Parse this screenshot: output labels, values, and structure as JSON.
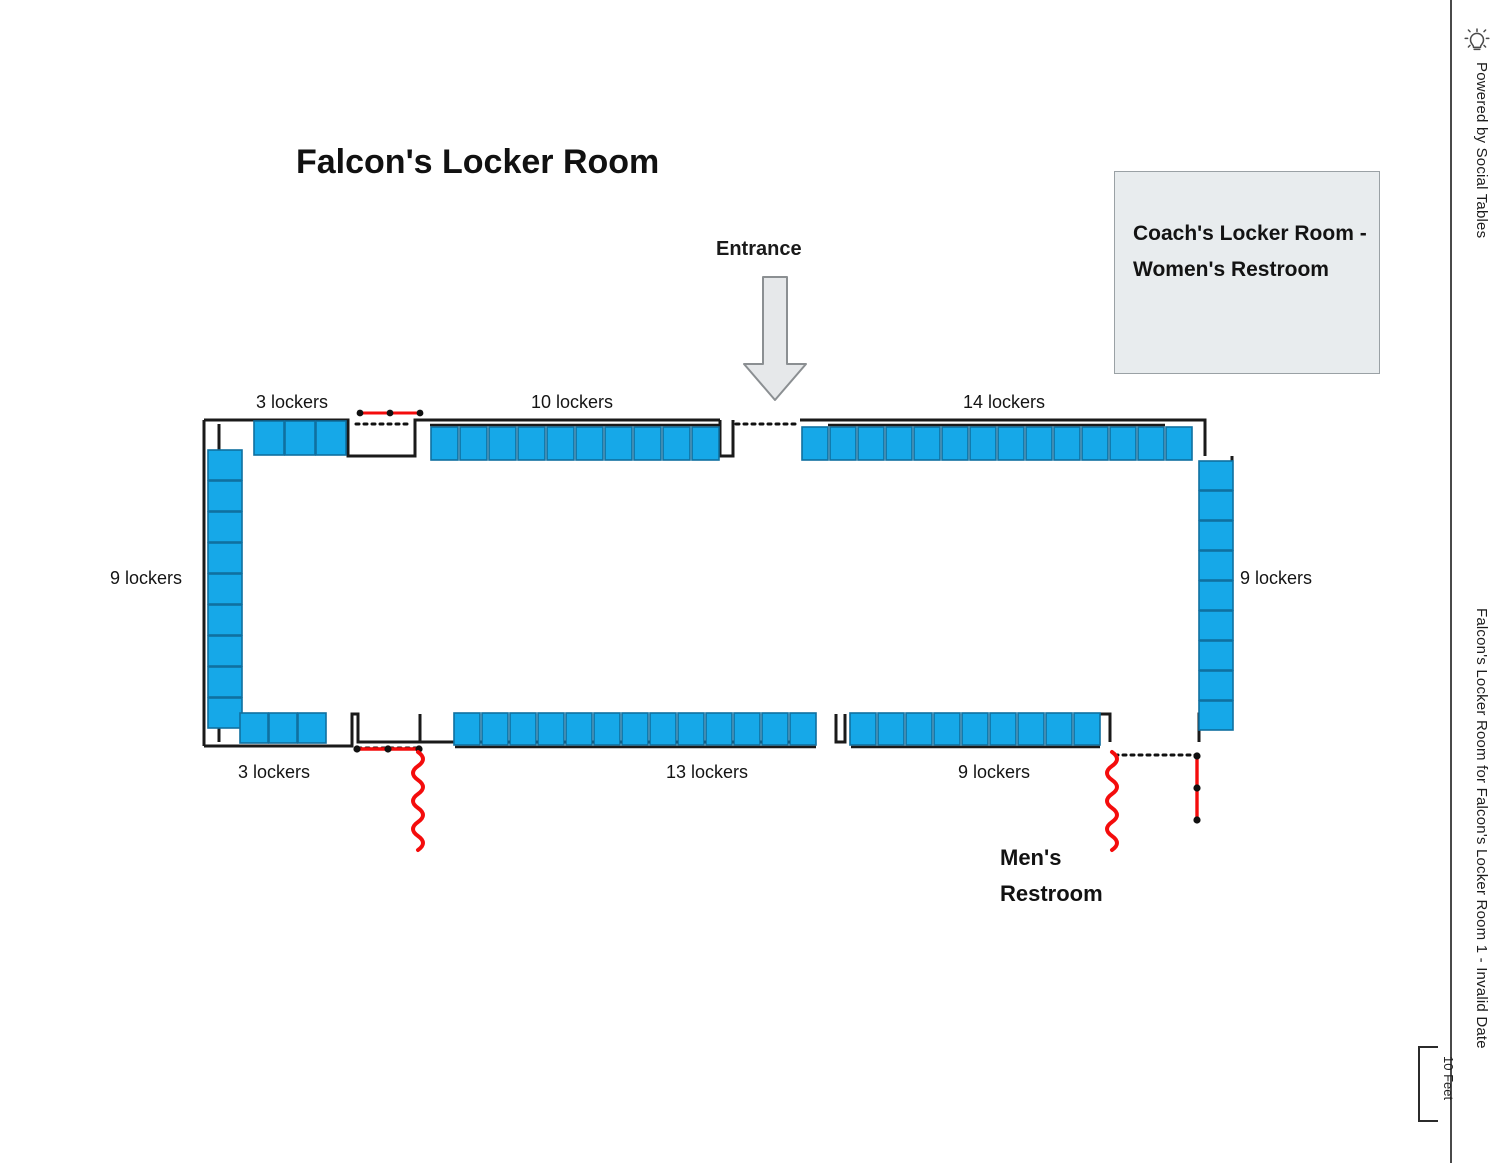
{
  "document": {
    "title": "Falcon's Locker Room",
    "footer_caption": "Falcon's Locker Room for Falcon's Locker Room 1 - Invalid Date",
    "powered_by": "Powered by Social Tables",
    "bulb_icon_name": "lightbulb-icon"
  },
  "scale": {
    "label": "10 Feet"
  },
  "legend": {
    "text": "Coach's Locker Room -\nWomen's Restroom",
    "background": "#e8ecee",
    "border": "#9aa1a5"
  },
  "entrance": {
    "label": "Entrance",
    "arrow_icon_name": "down-arrow-icon",
    "arrow_fill": "#e6e8ea",
    "arrow_stroke": "#8b8f92"
  },
  "restroom": {
    "label": "Men's\nRestroom"
  },
  "colors": {
    "locker_fill": "#16a8e8",
    "locker_stroke": "#1070a0",
    "wall_stroke": "#1a1a1a",
    "dimension_red": "#f40c0c",
    "door_dotted": "#111111"
  },
  "floorplan": {
    "banks": [
      {
        "name": "top-left-bank",
        "label": "3 lockers",
        "count": 3,
        "orientation": "horizontal"
      },
      {
        "name": "top-middle-bank",
        "label": "10 lockers",
        "count": 10,
        "orientation": "horizontal"
      },
      {
        "name": "top-right-bank",
        "label": "14 lockers",
        "count": 14,
        "orientation": "horizontal"
      },
      {
        "name": "left-bank",
        "label": "9 lockers",
        "count": 9,
        "orientation": "vertical"
      },
      {
        "name": "right-bank",
        "label": "9 lockers",
        "count": 9,
        "orientation": "vertical"
      },
      {
        "name": "bottom-left-bank",
        "label": "3 lockers",
        "count": 3,
        "orientation": "horizontal"
      },
      {
        "name": "bottom-middle-bank",
        "label": "13 lockers",
        "count": 13,
        "orientation": "horizontal"
      },
      {
        "name": "bottom-right-bank",
        "label": "9 lockers",
        "count": 9,
        "orientation": "horizontal"
      }
    ],
    "labels": {
      "top_left": "3 lockers",
      "top_middle": "10 lockers",
      "top_right": "14 lockers",
      "left": "9 lockers",
      "right": "9 lockers",
      "bottom_left": "3 lockers",
      "bottom_middle": "13 lockers",
      "bottom_right": "9 lockers"
    },
    "total_lockers": 70
  }
}
